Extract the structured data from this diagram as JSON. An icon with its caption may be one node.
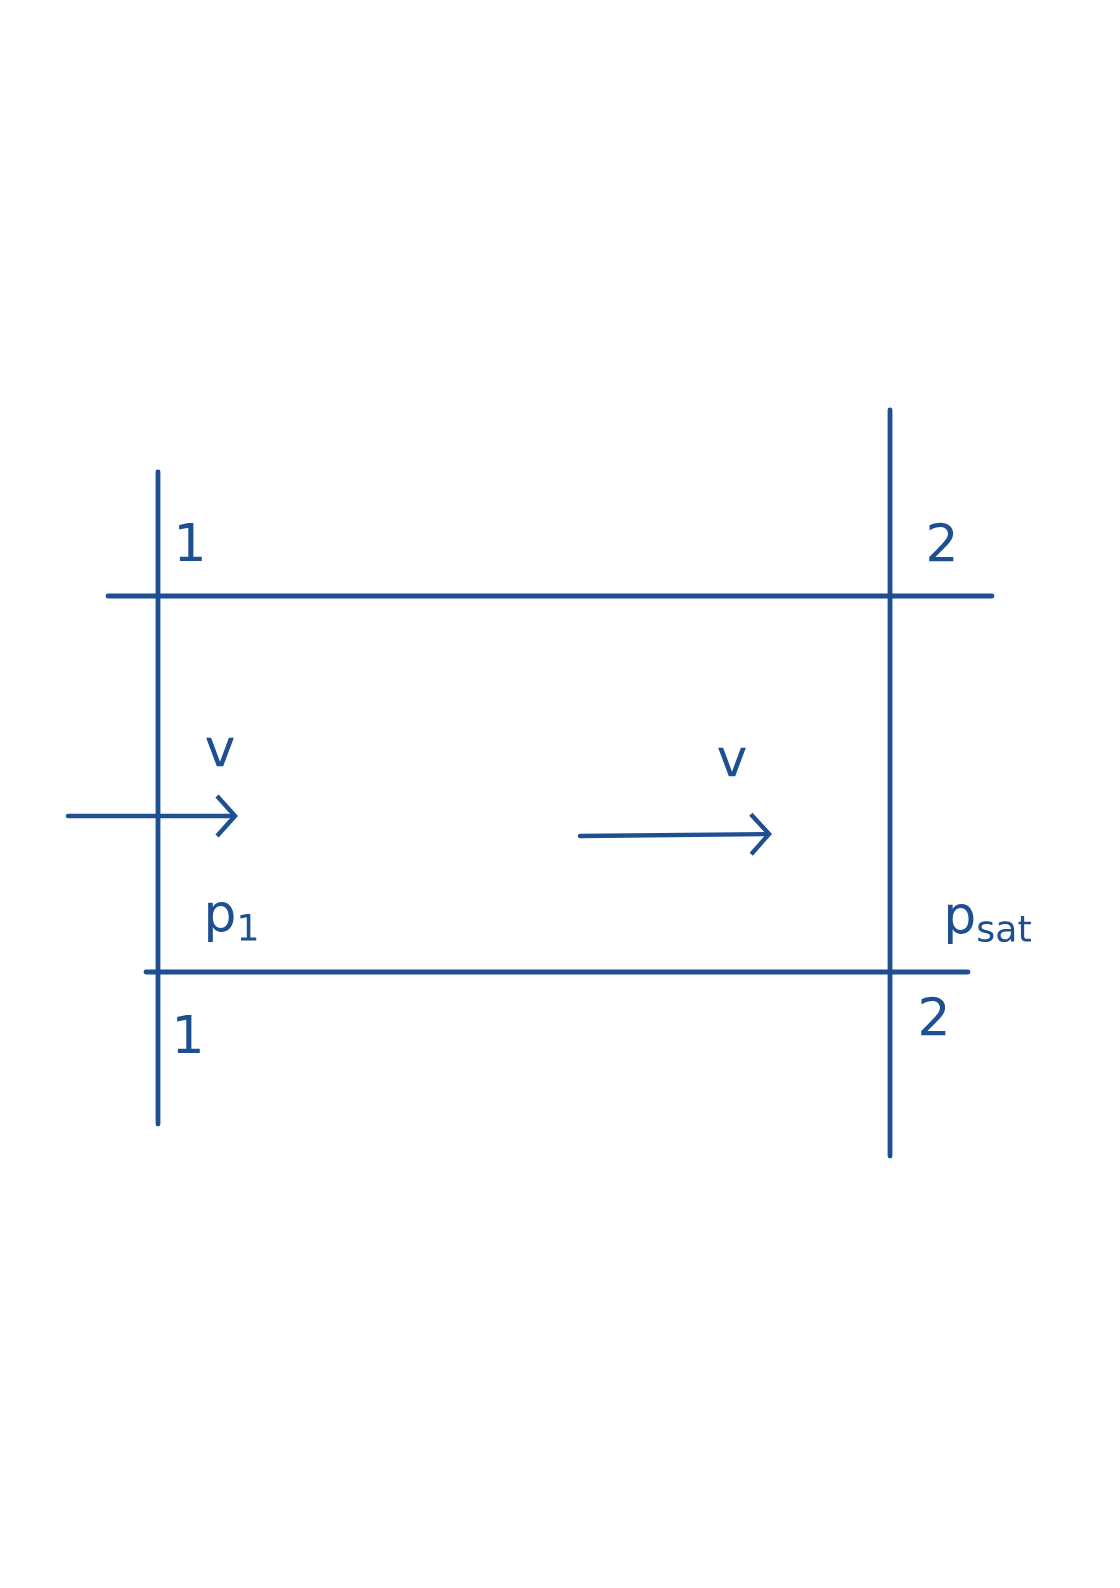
{
  "diagram": {
    "labels": [
      "1",
      "2",
      "v",
      "v",
      "p$_{1}$",
      "p$_{sat}$",
      "1",
      "2"
    ]
  }
}
